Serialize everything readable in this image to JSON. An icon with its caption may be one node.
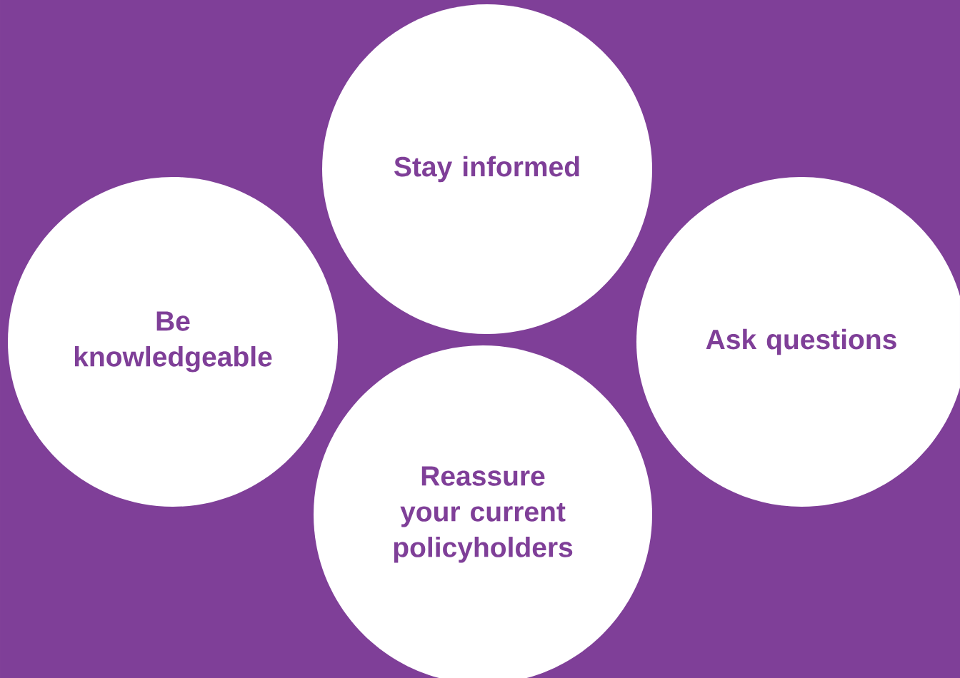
{
  "diagram": {
    "nodes": [
      {
        "text": [
          "Stay informed"
        ]
      },
      {
        "text": [
          "Be knowledgeable"
        ]
      },
      {
        "text": [
          "Ask questions"
        ]
      },
      {
        "text": [
          "Reassure your current policyholders"
        ]
      }
    ]
  }
}
